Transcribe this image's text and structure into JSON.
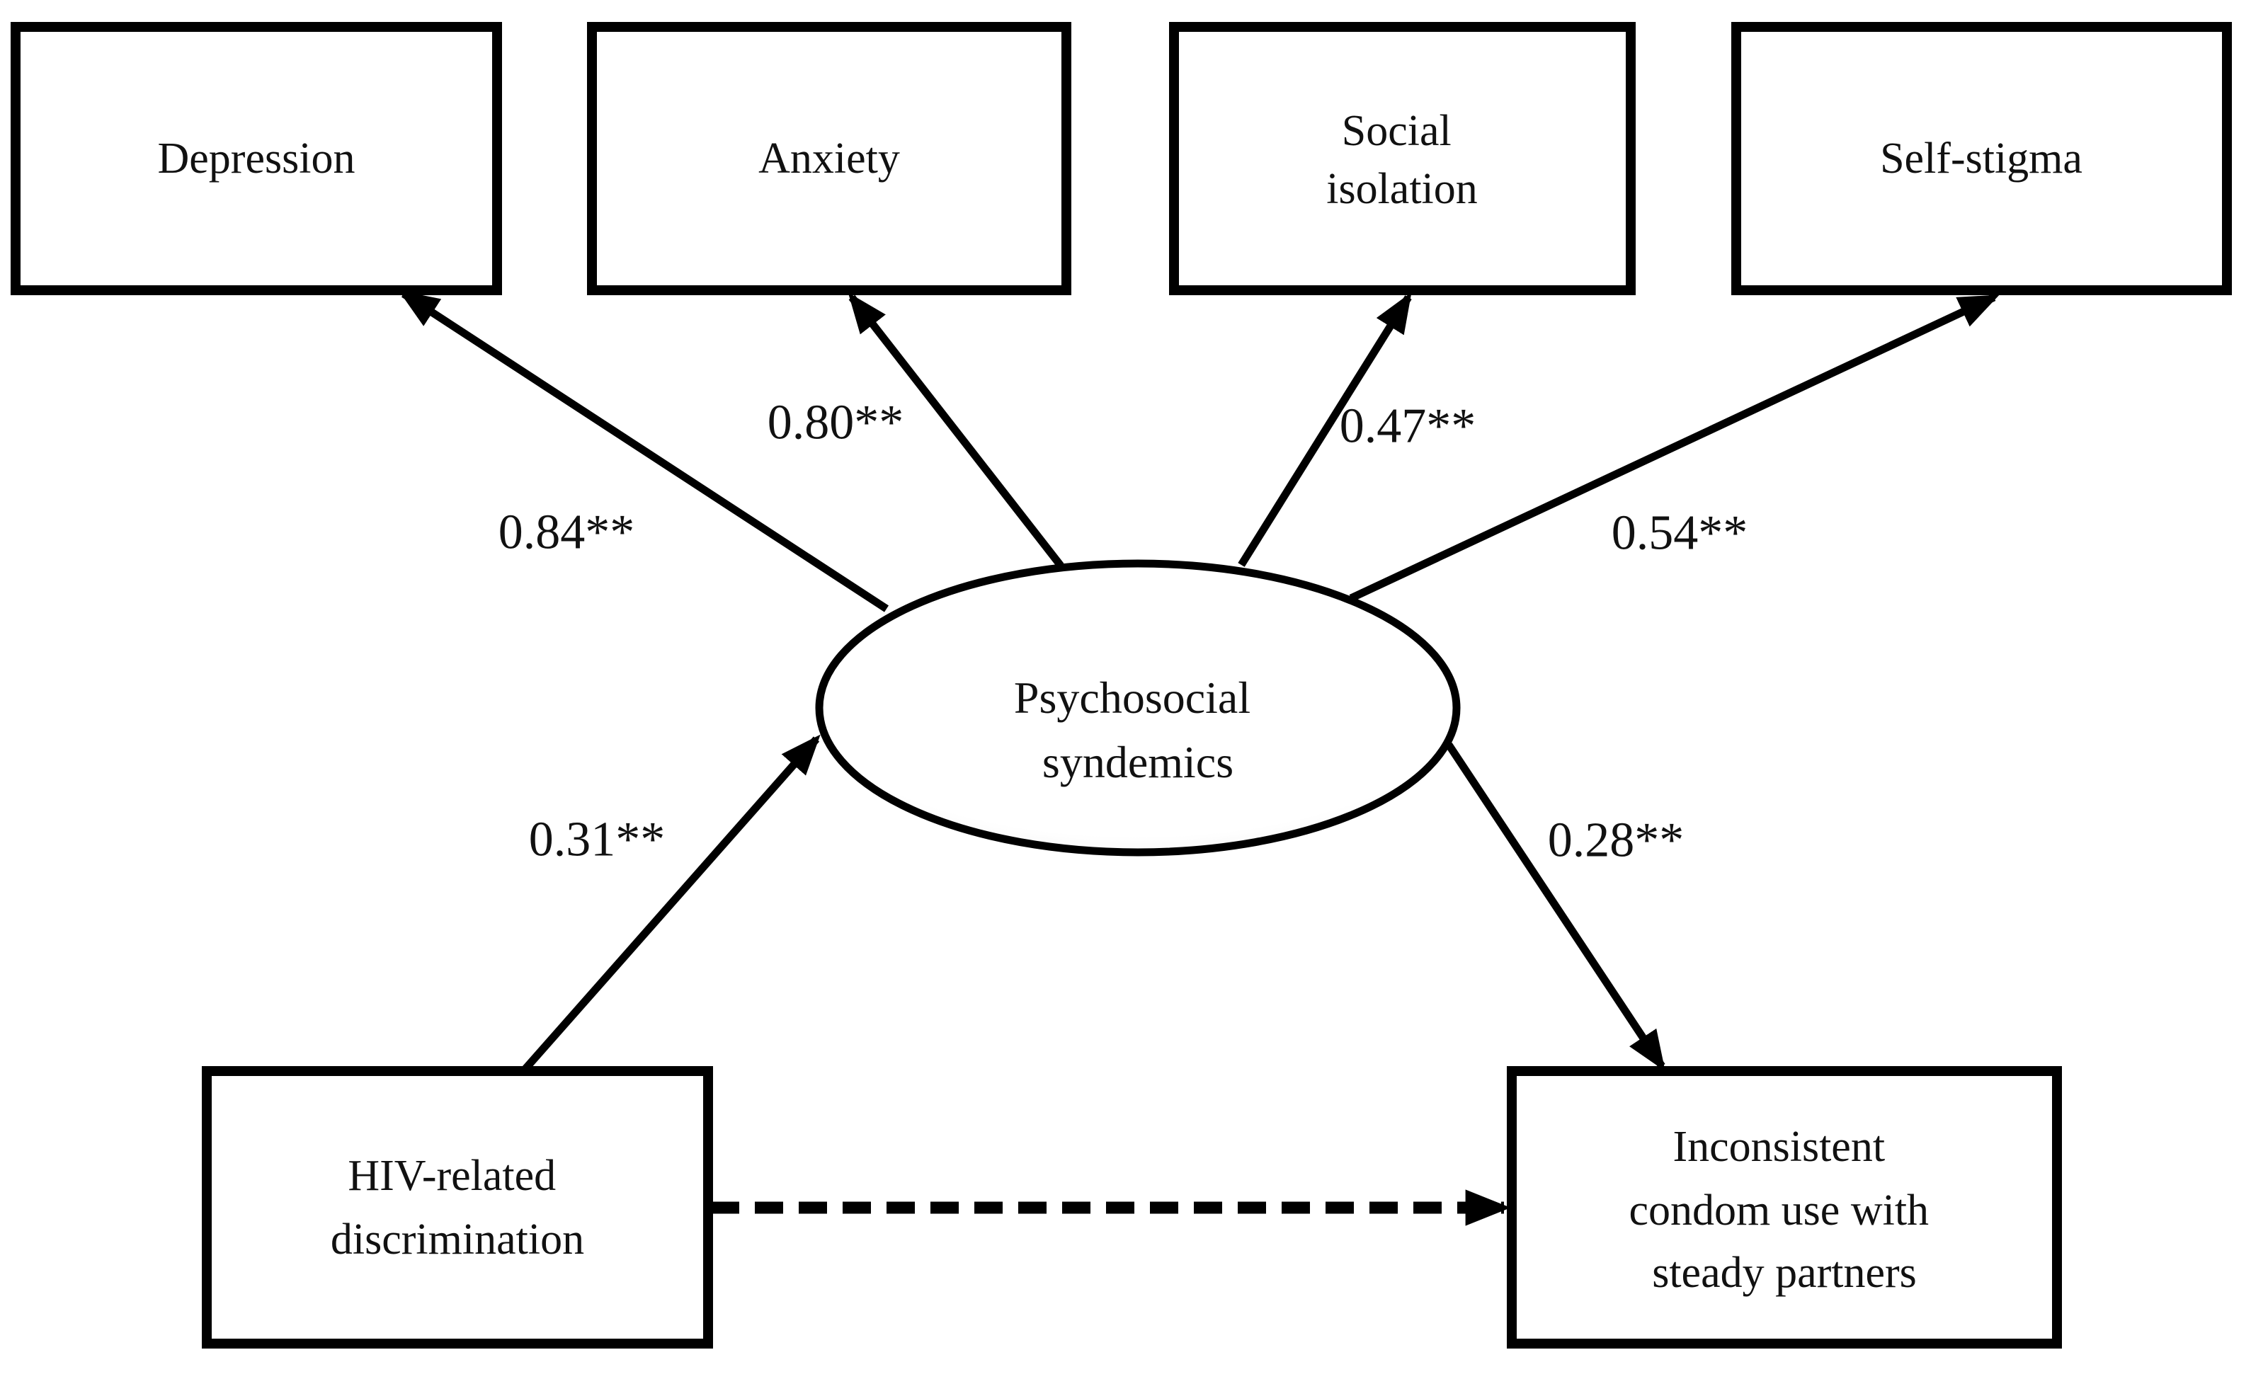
{
  "figure": {
    "type": "path-model-diagram",
    "colors": {
      "background": "#ffffff",
      "stroke": "#000000",
      "text": "#111111",
      "ellipse_shade": "#d2d2d2"
    },
    "nodes": {
      "depression": {
        "label": "Depression",
        "shape": "rectangle"
      },
      "anxiety": {
        "label": "Anxiety",
        "shape": "rectangle"
      },
      "social_isolation": {
        "lines": [
          "Social",
          "isolation"
        ],
        "shape": "rectangle"
      },
      "self_stigma": {
        "label": "Self-stigma",
        "shape": "rectangle"
      },
      "psychosocial_syndemics": {
        "lines": [
          "Psychosocial",
          "syndemics"
        ],
        "shape": "ellipse"
      },
      "hiv_discrimination": {
        "lines": [
          "HIV-related",
          "discrimination"
        ],
        "shape": "rectangle"
      },
      "inconsistent_condom_use": {
        "lines": [
          "Inconsistent",
          "condom use with",
          "steady partners"
        ],
        "shape": "rectangle"
      }
    },
    "paths": [
      {
        "from": "psychosocial_syndemics",
        "to": "depression",
        "label": "0.84**",
        "line": "solid"
      },
      {
        "from": "psychosocial_syndemics",
        "to": "anxiety",
        "label": "0.80**",
        "line": "solid"
      },
      {
        "from": "psychosocial_syndemics",
        "to": "social_isolation",
        "label": "0.47**",
        "line": "solid"
      },
      {
        "from": "psychosocial_syndemics",
        "to": "self_stigma",
        "label": "0.54**",
        "line": "solid"
      },
      {
        "from": "hiv_discrimination",
        "to": "psychosocial_syndemics",
        "label": "0.31**",
        "line": "solid"
      },
      {
        "from": "psychosocial_syndemics",
        "to": "inconsistent_condom_use",
        "label": "0.28**",
        "line": "solid"
      },
      {
        "from": "hiv_discrimination",
        "to": "inconsistent_condom_use",
        "label": "",
        "line": "dashed"
      }
    ]
  }
}
